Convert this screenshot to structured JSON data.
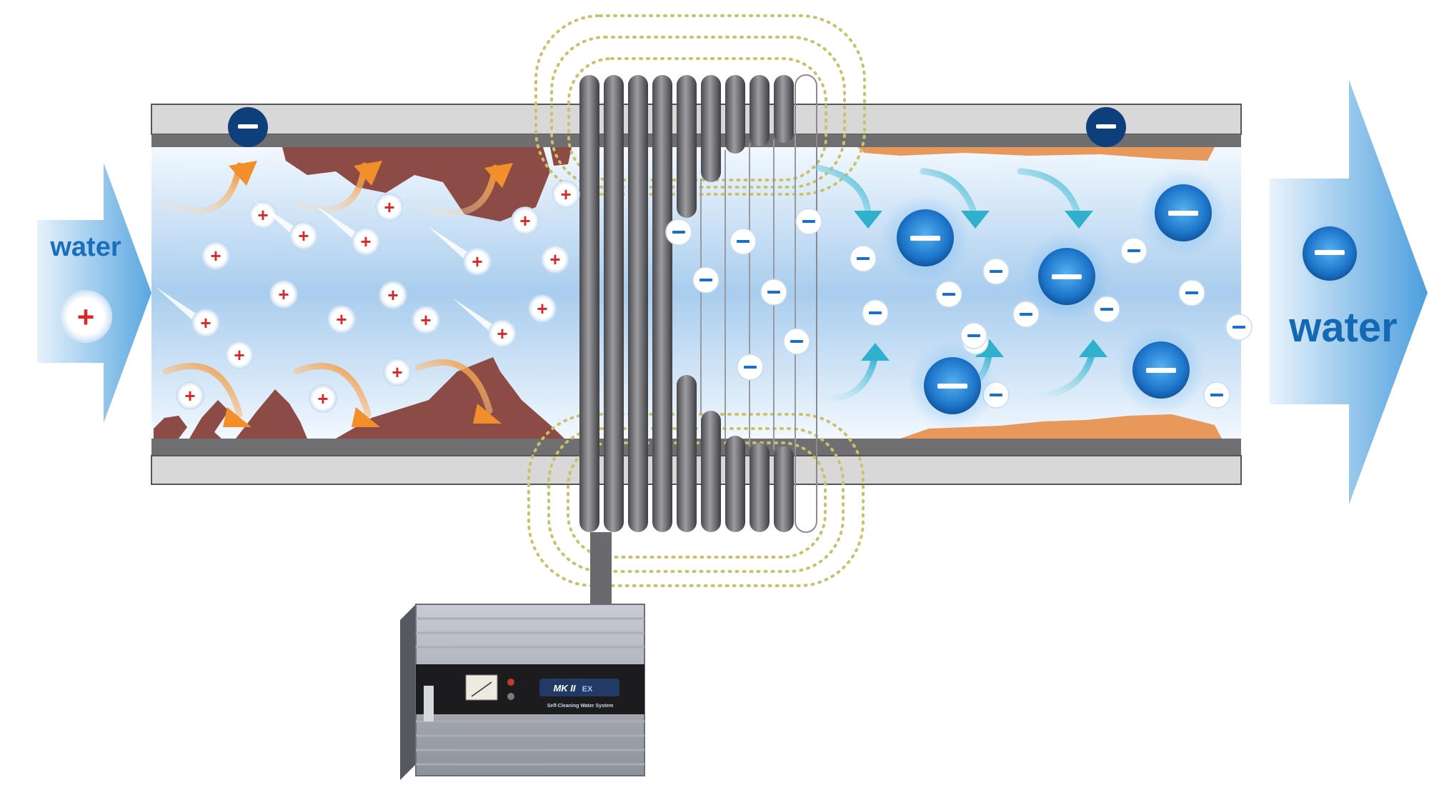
{
  "labels": {
    "water_in": "water",
    "water_out": "water",
    "sign_positive": "+",
    "sign_negative": "−"
  },
  "device": {
    "badge": "MK II",
    "badge_suffix": "EX",
    "subtitle": "Self-Cleaning Water System"
  },
  "colors": {
    "pipe_wall": "#d6d6d6",
    "pipe_dark": "#6b6b6d",
    "water_light": "#eef6fd",
    "water_mid": "#b6d4ef",
    "scale_deposit": "#8c4a44",
    "orange_arrow": "#f29a3c",
    "cyan_arrow": "#3fb6cf",
    "positive_sign": "#d62a2a",
    "negative_ion": "#1a70c8",
    "pipe_ion_badge": "#0f3f7a",
    "big_arrow": "#6ab0e3",
    "field_lines": "#c9c26a",
    "coil": "#6a6a6e"
  },
  "icons": {
    "inflow": "arrow-right-icon",
    "outflow": "arrow-right-icon",
    "positive_ion": "plus-ion-icon",
    "negative_ion": "minus-ion-icon",
    "controller": "control-unit-icon"
  }
}
